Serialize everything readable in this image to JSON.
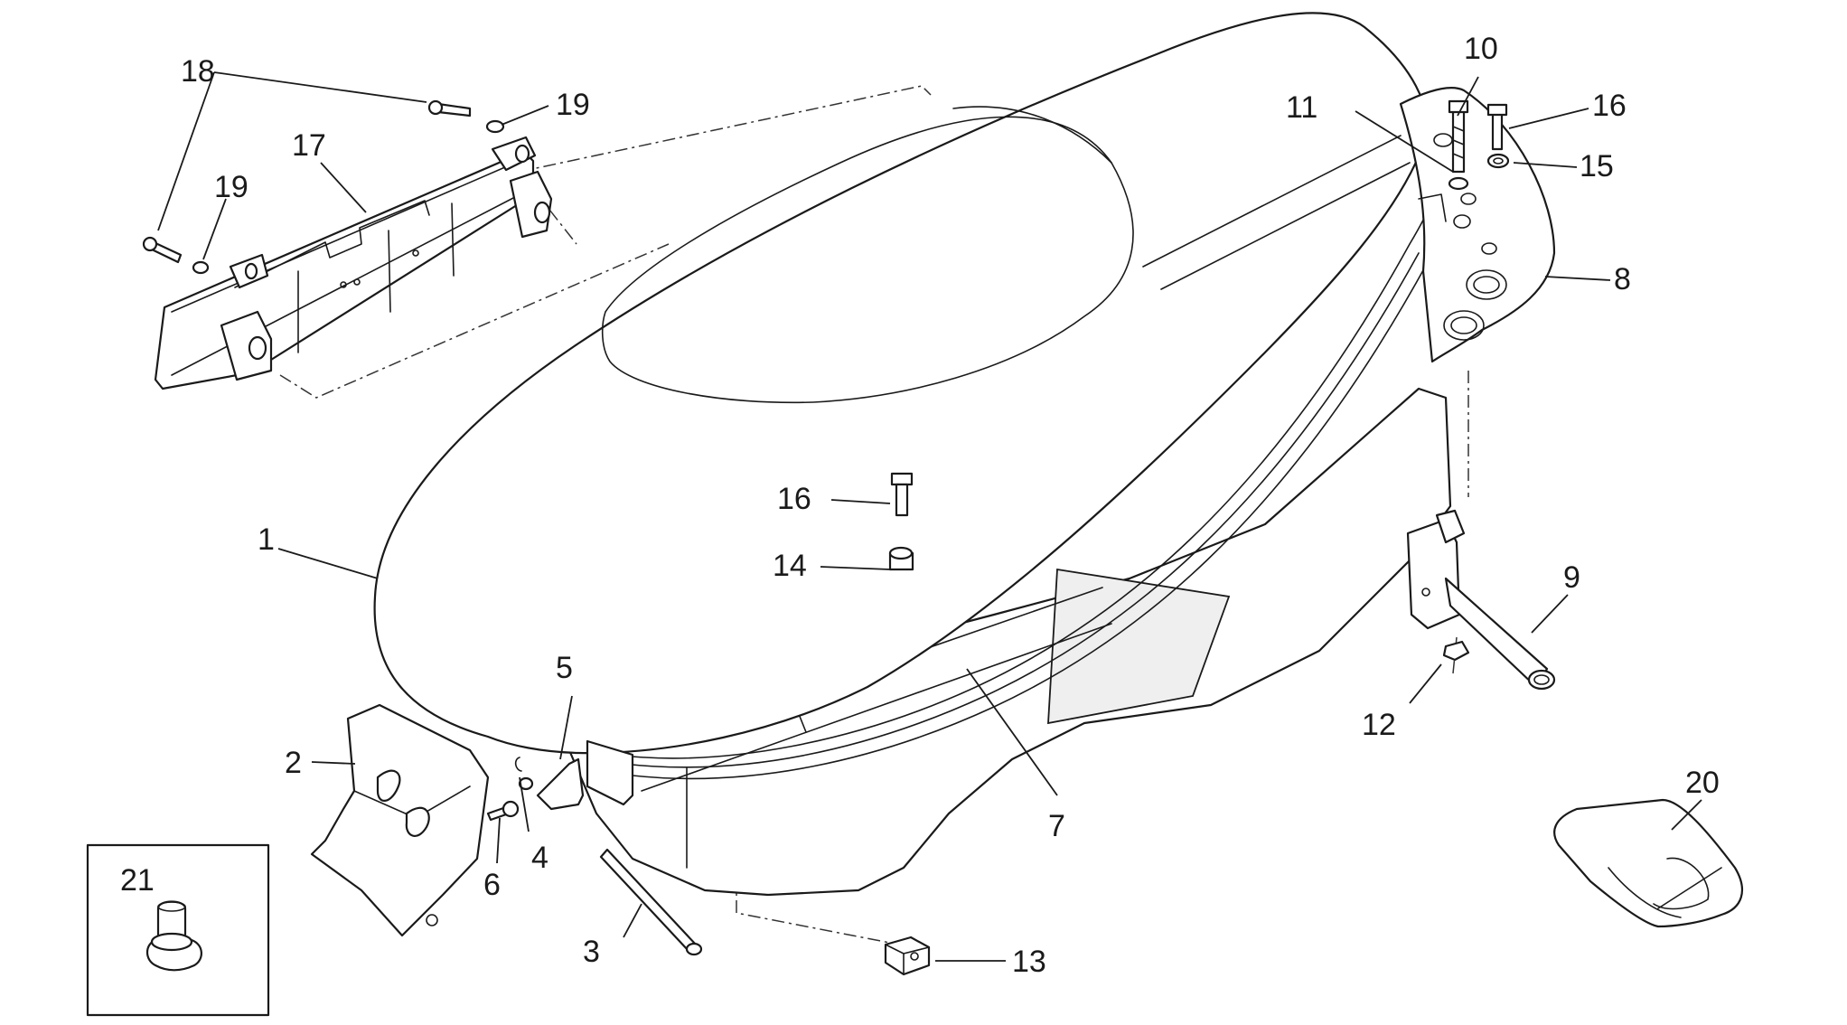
{
  "callouts": [
    {
      "id": "c1",
      "label": "1"
    },
    {
      "id": "c2",
      "label": "2"
    },
    {
      "id": "c3",
      "label": "3"
    },
    {
      "id": "c4",
      "label": "4"
    },
    {
      "id": "c5",
      "label": "5"
    },
    {
      "id": "c6",
      "label": "6"
    },
    {
      "id": "c7",
      "label": "7"
    },
    {
      "id": "c8",
      "label": "8"
    },
    {
      "id": "c9",
      "label": "9"
    },
    {
      "id": "c10",
      "label": "10"
    },
    {
      "id": "c11",
      "label": "11"
    },
    {
      "id": "c12",
      "label": "12"
    },
    {
      "id": "c13",
      "label": "13"
    },
    {
      "id": "c14",
      "label": "14"
    },
    {
      "id": "c15",
      "label": "15"
    },
    {
      "id": "c16a",
      "label": "16"
    },
    {
      "id": "c16b",
      "label": "16"
    },
    {
      "id": "c17",
      "label": "17"
    },
    {
      "id": "c18",
      "label": "18"
    },
    {
      "id": "c19a",
      "label": "19"
    },
    {
      "id": "c19b",
      "label": "19"
    },
    {
      "id": "c20",
      "label": "20"
    },
    {
      "id": "c21",
      "label": "21"
    }
  ]
}
